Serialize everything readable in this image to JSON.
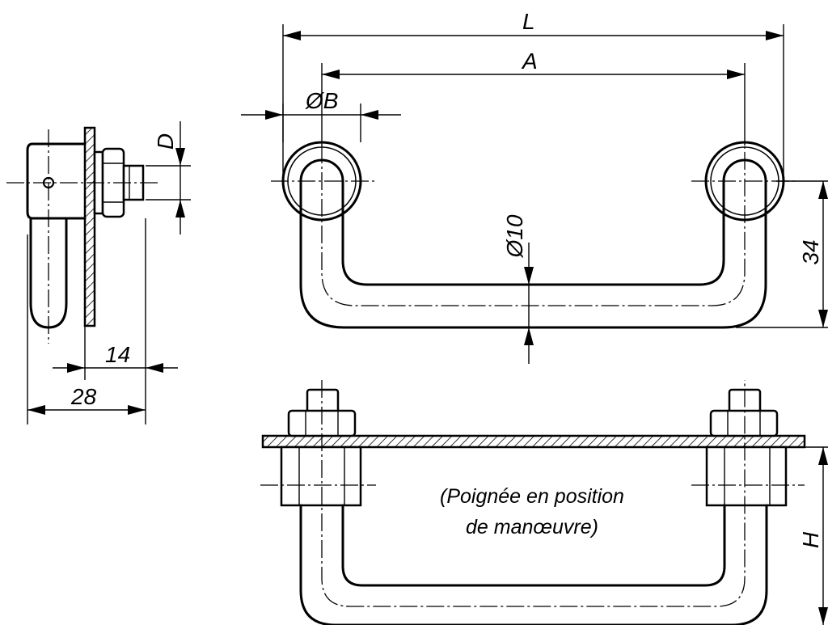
{
  "dimensions": {
    "L": "L",
    "A": "A",
    "B": "ØB",
    "D": "D",
    "rod_diameter": "Ø10",
    "height_34": "34",
    "depth_14": "14",
    "depth_28": "28",
    "H": "H"
  },
  "note": {
    "line1": "(Poignée en position",
    "line2": "de manœuvre)"
  },
  "colors": {
    "line": "#000000",
    "background": "#ffffff"
  }
}
